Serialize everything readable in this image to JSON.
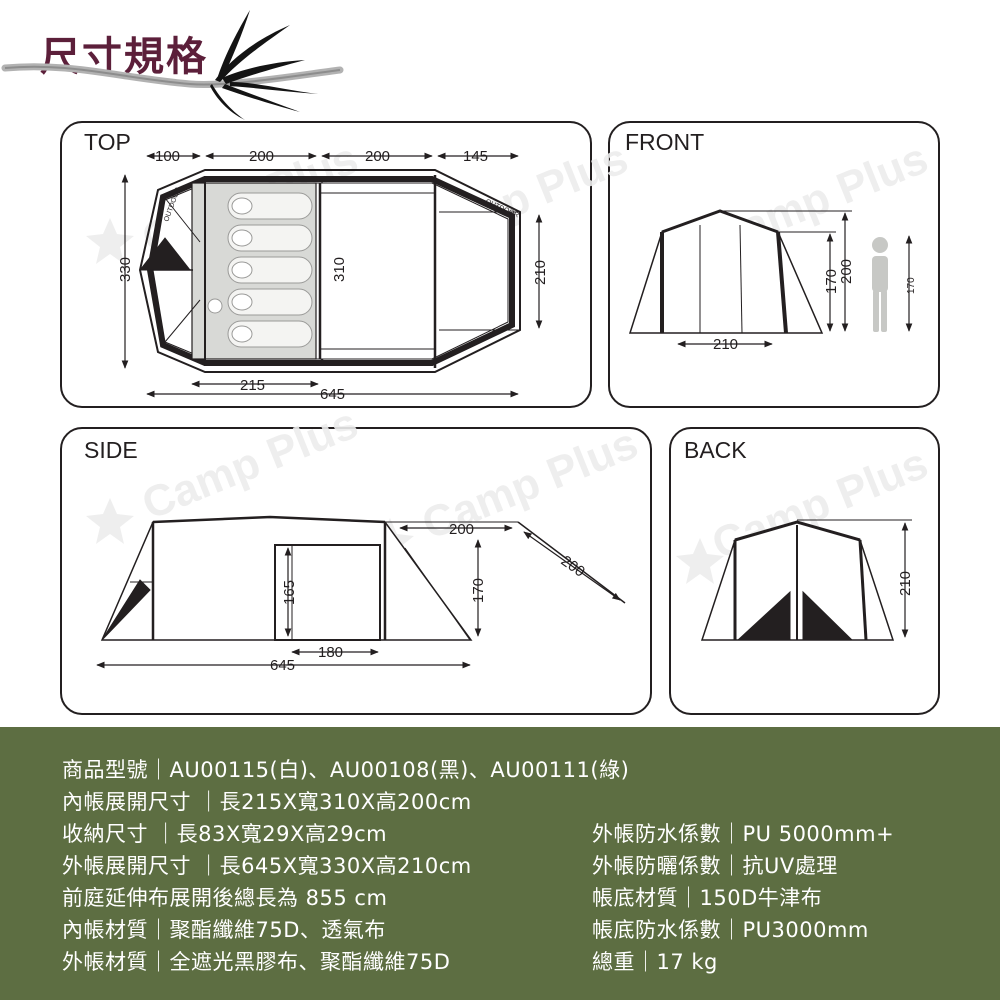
{
  "header": {
    "title": "尺寸規格"
  },
  "watermark": "Camp Plus",
  "panels": {
    "top": {
      "label": "TOP",
      "dims": {
        "top_a": "100",
        "top_b": "200",
        "top_c": "200",
        "top_d": "145",
        "left": "330",
        "inner": "310",
        "awning": "210",
        "inner_len": "215",
        "total_len": "645"
      },
      "brand": "OUTDOOR"
    },
    "front": {
      "label": "FRONT",
      "dims": {
        "width": "210",
        "wall": "170",
        "height": "200",
        "person": "170"
      }
    },
    "side": {
      "label": "SIDE",
      "dims": {
        "door_h": "165",
        "door_w": "180",
        "total_len": "645",
        "ext_h": "170",
        "ext_a": "200",
        "ext_b": "200"
      }
    },
    "back": {
      "label": "BACK",
      "dims": {
        "height": "210"
      }
    }
  },
  "specs": {
    "left": [
      "商品型號｜AU00115(白)、AU00108(黑)、AU00111(綠)",
      "內帳展開尺寸 ｜長215X寬310X高200cm",
      "收納尺寸 ｜長83X寬29X高29cm",
      "外帳展開尺寸 ｜長645X寬330X高210cm",
      "前庭延伸布展開後總長為 855 cm",
      "內帳材質｜聚酯纖維75D、透氣布",
      "外帳材質｜全遮光黑膠布、聚酯纖維75D"
    ],
    "right": [
      "外帳防水係數｜PU 5000mm+",
      "外帳防曬係數｜抗UV處理",
      "帳底材質｜150D牛津布",
      "帳底防水係數｜PU3000mm",
      "總重｜17 kg"
    ]
  },
  "colors": {
    "header_title": "#5c1f3a",
    "footer_bg": "#5d6e42",
    "tent_fill": "#d8d9d6",
    "line": "#231f20"
  }
}
